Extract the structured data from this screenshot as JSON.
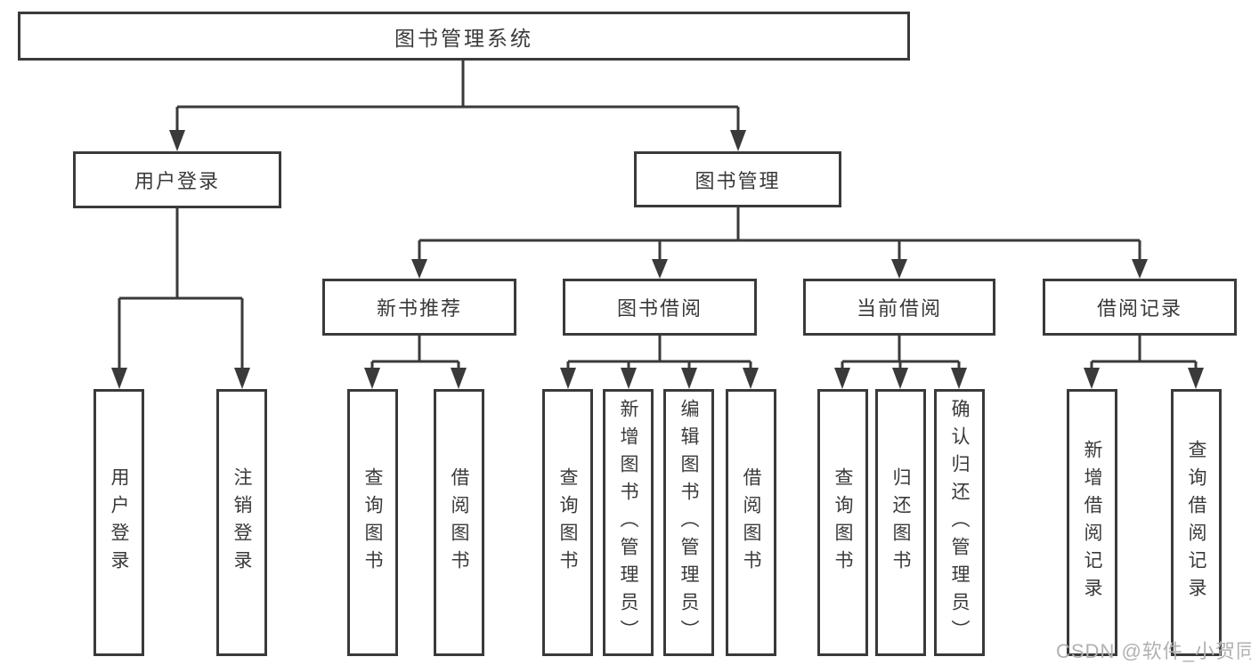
{
  "diagram": {
    "type": "tree",
    "title": "图书管理系统",
    "colors": {
      "background": "#ffffff",
      "line": "#3a3a3a",
      "box_border": "#3a3a3a",
      "box_fill": "#ffffff",
      "text": "#3a3a3a",
      "watermark": "#b1b1b1"
    },
    "hierarchy": {
      "label": "图书管理系统",
      "children": [
        {
          "label": "用户登录",
          "children": [
            {
              "label": "用户登录"
            },
            {
              "label": "注销登录"
            }
          ]
        },
        {
          "label": "图书管理",
          "children": [
            {
              "label": "新书推荐",
              "children": [
                {
                  "label": "查询图书"
                },
                {
                  "label": "借阅图书"
                }
              ]
            },
            {
              "label": "图书借阅",
              "children": [
                {
                  "label": "查询图书"
                },
                {
                  "label": "新增图书（管理员）"
                },
                {
                  "label": "编辑图书（管理员）"
                },
                {
                  "label": "借阅图书"
                }
              ]
            },
            {
              "label": "当前借阅",
              "children": [
                {
                  "label": "查询图书"
                },
                {
                  "label": "归还图书"
                },
                {
                  "label": "确认归还（管理员）"
                }
              ]
            },
            {
              "label": "借阅记录",
              "children": [
                {
                  "label": "新增借阅记录"
                },
                {
                  "label": "查询借阅记录"
                }
              ]
            }
          ]
        }
      ]
    }
  },
  "nodes": {
    "root": "图书管理系统",
    "user_login": "用户登录",
    "book_mgmt": "图书管理",
    "new_book_rec": "新书推荐",
    "book_borrow": "图书借阅",
    "current_borrow": "当前借阅",
    "borrow_record": "借阅记录",
    "leaf_user_login": "用户登录",
    "leaf_logout": "注销登录",
    "leaf_rec_query": "查询图书",
    "leaf_rec_borrow": "借阅图书",
    "leaf_bb_query": "查询图书",
    "leaf_bb_add": "新增图书（管理员）",
    "leaf_bb_edit": "编辑图书（管理员）",
    "leaf_bb_borrow": "借阅图书",
    "leaf_cb_query": "查询图书",
    "leaf_cb_return": "归还图书",
    "leaf_cb_confirm": "确认归还（管理员）",
    "leaf_br_add": "新增借阅记录",
    "leaf_br_query": "查询借阅记录"
  },
  "watermark": {
    "text": "CSDN @软件_小贺同学"
  }
}
